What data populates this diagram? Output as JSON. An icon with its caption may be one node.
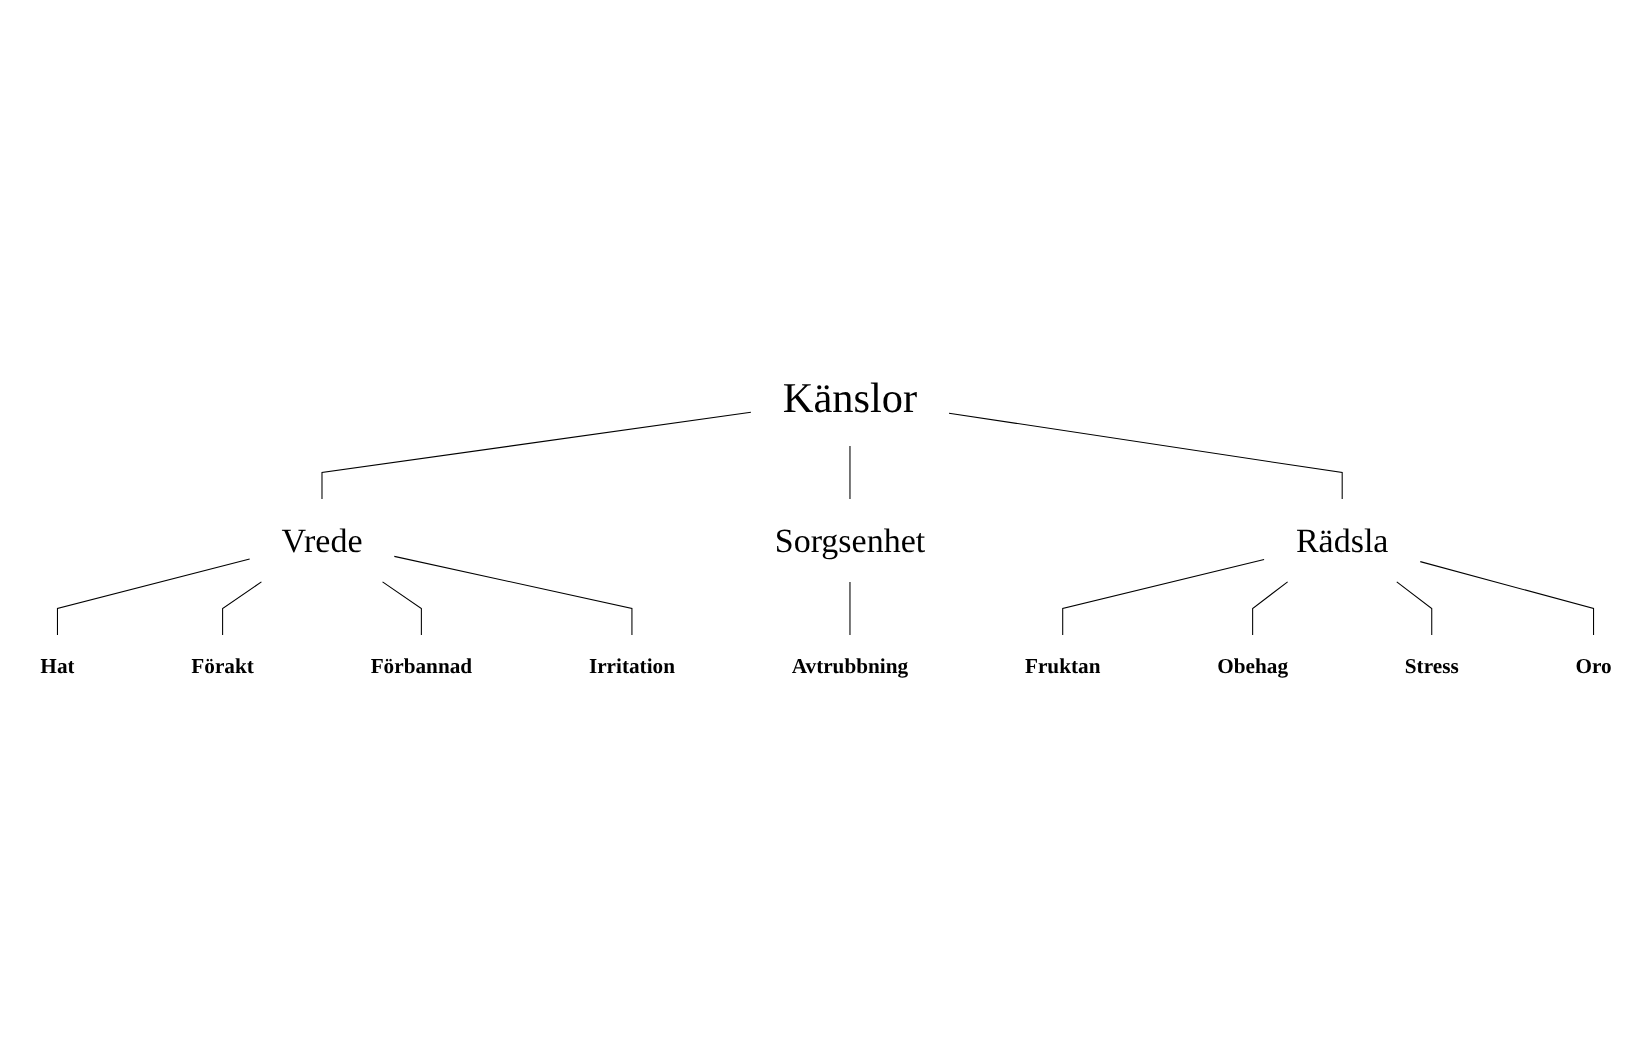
{
  "diagram": {
    "nodes": [
      {
        "text": [
          "Känslor"
        ]
      },
      {
        "text": [
          "Vrede"
        ]
      },
      {
        "text": [
          "Sorgsenhet"
        ]
      },
      {
        "text": [
          "Rädsla"
        ]
      },
      {
        "text": [
          "Hat"
        ]
      },
      {
        "text": [
          "Förakt"
        ]
      },
      {
        "text": [
          "Förbannad"
        ]
      },
      {
        "text": [
          "Irritation"
        ]
      },
      {
        "text": [
          "Avtrubbning"
        ]
      },
      {
        "text": [
          "Fruktan"
        ]
      },
      {
        "text": [
          "Obehag"
        ]
      },
      {
        "text": [
          "Stress"
        ]
      },
      {
        "text": [
          "Oro"
        ]
      }
    ],
    "edges": [
      {
        "from": 0,
        "to": 1,
        "arrow": "none"
      },
      {
        "from": 0,
        "to": 2,
        "arrow": "none"
      },
      {
        "from": 0,
        "to": 3,
        "arrow": "none"
      },
      {
        "from": 1,
        "to": 4,
        "arrow": "none"
      },
      {
        "from": 1,
        "to": 5,
        "arrow": "none"
      },
      {
        "from": 1,
        "to": 6,
        "arrow": "none"
      },
      {
        "from": 1,
        "to": 7,
        "arrow": "none"
      },
      {
        "from": 2,
        "to": 8,
        "arrow": "none"
      },
      {
        "from": 3,
        "to": 9,
        "arrow": "none"
      },
      {
        "from": 3,
        "to": 10,
        "arrow": "none"
      },
      {
        "from": 3,
        "to": 11,
        "arrow": "none"
      },
      {
        "from": 3,
        "to": 12,
        "arrow": "none"
      }
    ]
  }
}
